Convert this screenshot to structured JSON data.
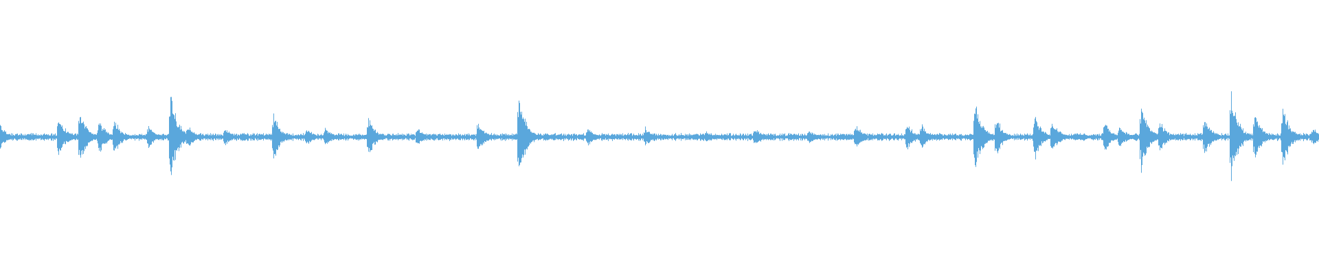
{
  "waveform": {
    "color": "#5aa7dc",
    "background": "#ffffff",
    "description_free": true,
    "baseline_amplitude": 0.03,
    "peaks": [
      {
        "t": 0.0,
        "a": 0.12
      },
      {
        "t": 0.044,
        "a": 0.22
      },
      {
        "t": 0.06,
        "a": 0.3
      },
      {
        "t": 0.075,
        "a": 0.18
      },
      {
        "t": 0.086,
        "a": 0.2
      },
      {
        "t": 0.112,
        "a": 0.12
      },
      {
        "t": 0.129,
        "a": 0.48
      },
      {
        "t": 0.142,
        "a": 0.12
      },
      {
        "t": 0.17,
        "a": 0.1
      },
      {
        "t": 0.207,
        "a": 0.24
      },
      {
        "t": 0.232,
        "a": 0.1
      },
      {
        "t": 0.246,
        "a": 0.1
      },
      {
        "t": 0.279,
        "a": 0.22
      },
      {
        "t": 0.316,
        "a": 0.1
      },
      {
        "t": 0.362,
        "a": 0.18
      },
      {
        "t": 0.393,
        "a": 0.44
      },
      {
        "t": 0.445,
        "a": 0.1
      },
      {
        "t": 0.489,
        "a": 0.1
      },
      {
        "t": 0.535,
        "a": 0.06
      },
      {
        "t": 0.572,
        "a": 0.1
      },
      {
        "t": 0.613,
        "a": 0.08
      },
      {
        "t": 0.648,
        "a": 0.14
      },
      {
        "t": 0.687,
        "a": 0.16
      },
      {
        "t": 0.698,
        "a": 0.14
      },
      {
        "t": 0.739,
        "a": 0.36
      },
      {
        "t": 0.755,
        "a": 0.2
      },
      {
        "t": 0.784,
        "a": 0.24
      },
      {
        "t": 0.797,
        "a": 0.2
      },
      {
        "t": 0.837,
        "a": 0.16
      },
      {
        "t": 0.848,
        "a": 0.14
      },
      {
        "t": 0.865,
        "a": 0.34
      },
      {
        "t": 0.879,
        "a": 0.16
      },
      {
        "t": 0.913,
        "a": 0.2
      },
      {
        "t": 0.933,
        "a": 0.46
      },
      {
        "t": 0.951,
        "a": 0.24
      },
      {
        "t": 0.972,
        "a": 0.34
      },
      {
        "t": 0.995,
        "a": 0.1
      }
    ]
  }
}
